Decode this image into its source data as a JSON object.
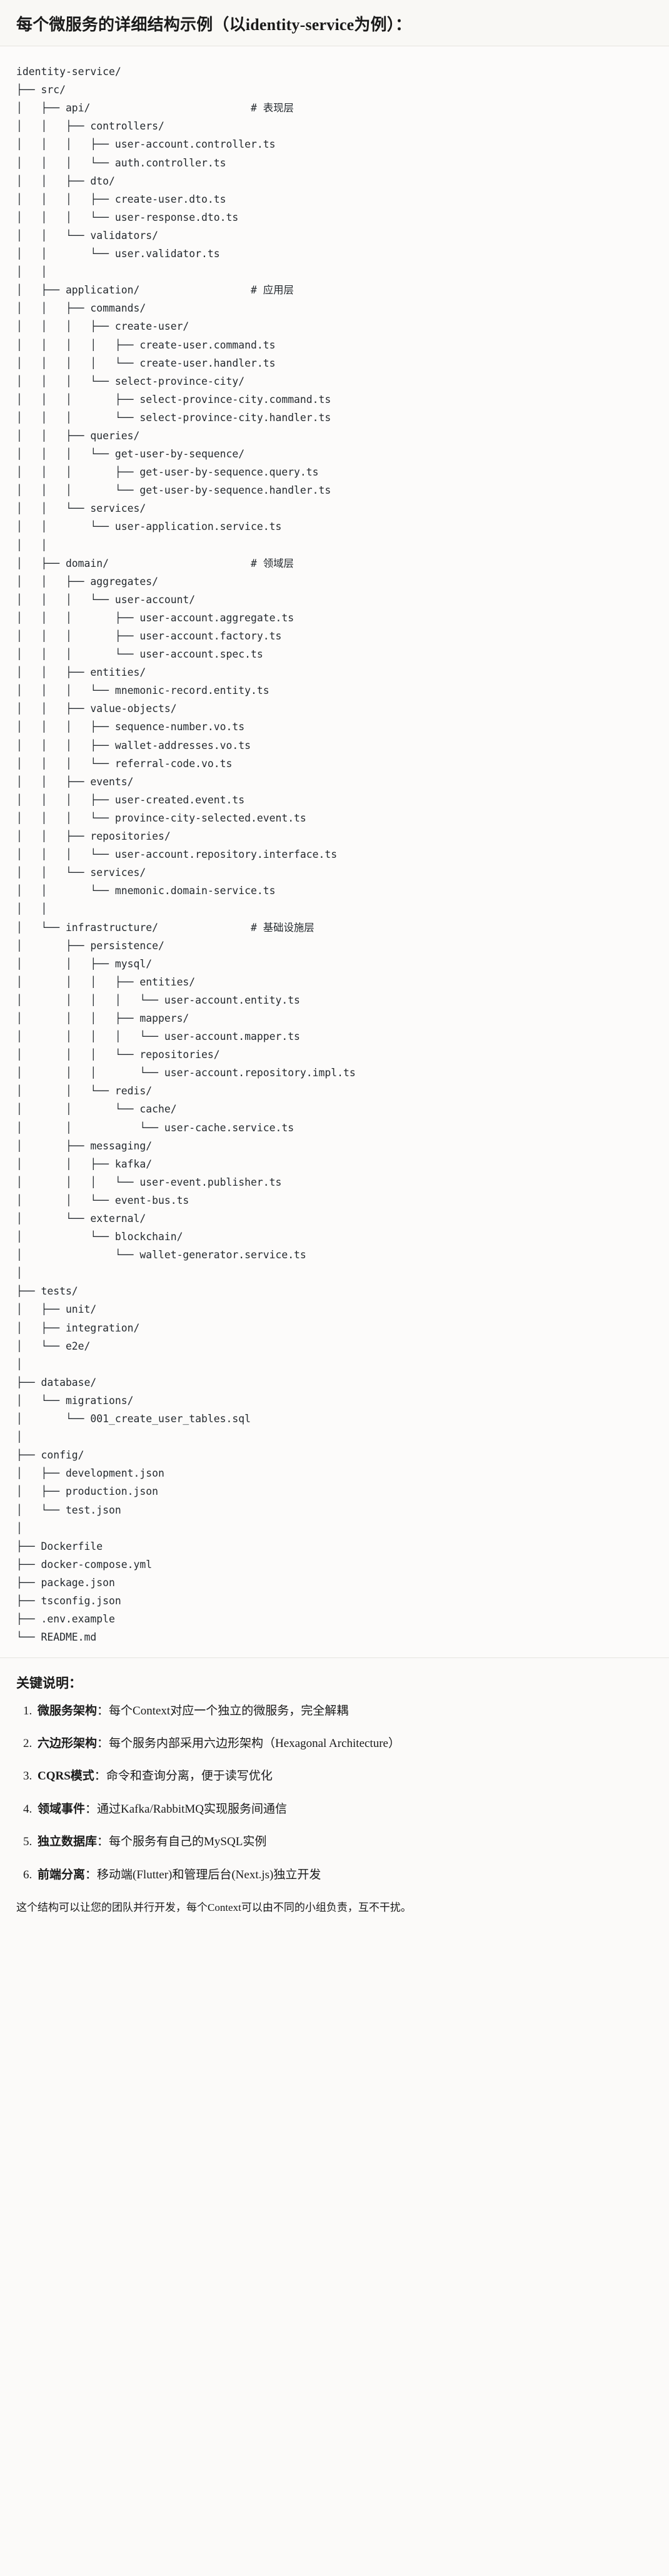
{
  "header": {
    "title": "每个微服务的详细结构示例（以identity-service为例）："
  },
  "tree": {
    "text": "identity-service/\n├── src/\n│   ├── api/                          # 表现层\n│   │   ├── controllers/\n│   │   │   ├── user-account.controller.ts\n│   │   │   └── auth.controller.ts\n│   │   ├── dto/\n│   │   │   ├── create-user.dto.ts\n│   │   │   └── user-response.dto.ts\n│   │   └── validators/\n│   │       └── user.validator.ts\n│   │\n│   ├── application/                  # 应用层\n│   │   ├── commands/\n│   │   │   ├── create-user/\n│   │   │   │   ├── create-user.command.ts\n│   │   │   │   └── create-user.handler.ts\n│   │   │   └── select-province-city/\n│   │   │       ├── select-province-city.command.ts\n│   │   │       └── select-province-city.handler.ts\n│   │   ├── queries/\n│   │   │   └── get-user-by-sequence/\n│   │   │       ├── get-user-by-sequence.query.ts\n│   │   │       └── get-user-by-sequence.handler.ts\n│   │   └── services/\n│   │       └── user-application.service.ts\n│   │\n│   ├── domain/                       # 领域层\n│   │   ├── aggregates/\n│   │   │   └── user-account/\n│   │   │       ├── user-account.aggregate.ts\n│   │   │       ├── user-account.factory.ts\n│   │   │       └── user-account.spec.ts\n│   │   ├── entities/\n│   │   │   └── mnemonic-record.entity.ts\n│   │   ├── value-objects/\n│   │   │   ├── sequence-number.vo.ts\n│   │   │   ├── wallet-addresses.vo.ts\n│   │   │   └── referral-code.vo.ts\n│   │   ├── events/\n│   │   │   ├── user-created.event.ts\n│   │   │   └── province-city-selected.event.ts\n│   │   ├── repositories/\n│   │   │   └── user-account.repository.interface.ts\n│   │   └── services/\n│   │       └── mnemonic.domain-service.ts\n│   │\n│   └── infrastructure/               # 基础设施层\n│       ├── persistence/\n│       │   ├── mysql/\n│       │   │   ├── entities/\n│       │   │   │   └── user-account.entity.ts\n│       │   │   ├── mappers/\n│       │   │   │   └── user-account.mapper.ts\n│       │   │   └── repositories/\n│       │   │       └── user-account.repository.impl.ts\n│       │   └── redis/\n│       │       └── cache/\n│       │           └── user-cache.service.ts\n│       ├── messaging/\n│       │   ├── kafka/\n│       │   │   └── user-event.publisher.ts\n│       │   └── event-bus.ts\n│       └── external/\n│           └── blockchain/\n│               └── wallet-generator.service.ts\n│\n├── tests/\n│   ├── unit/\n│   ├── integration/\n│   └── e2e/\n│\n├── database/\n│   └── migrations/\n│       └── 001_create_user_tables.sql\n│\n├── config/\n│   ├── development.json\n│   ├── production.json\n│   └── test.json\n│\n├── Dockerfile\n├── docker-compose.yml\n├── package.json\n├── tsconfig.json\n├── .env.example\n└── README.md"
  },
  "keys": {
    "title": "关键说明：",
    "items": [
      {
        "term": "微服务架构",
        "sep": "：",
        "desc": "每个Context对应一个独立的微服务，完全解耦"
      },
      {
        "term": "六边形架构",
        "sep": "：",
        "desc": "每个服务内部采用六边形架构（Hexagonal Architecture）"
      },
      {
        "term": "CQRS模式",
        "sep": "：",
        "desc": "命令和查询分离，便于读写优化"
      },
      {
        "term": "领域事件",
        "sep": "：",
        "desc": "通过Kafka/RabbitMQ实现服务间通信"
      },
      {
        "term": "独立数据库",
        "sep": "：",
        "desc": "每个服务有自己的MySQL实例"
      },
      {
        "term": "前端分离",
        "sep": "：",
        "desc": "移动端(Flutter)和管理后台(Next.js)独立开发"
      }
    ],
    "closing": "这个结构可以让您的团队并行开发，每个Context可以由不同的小组负责，互不干扰。"
  }
}
